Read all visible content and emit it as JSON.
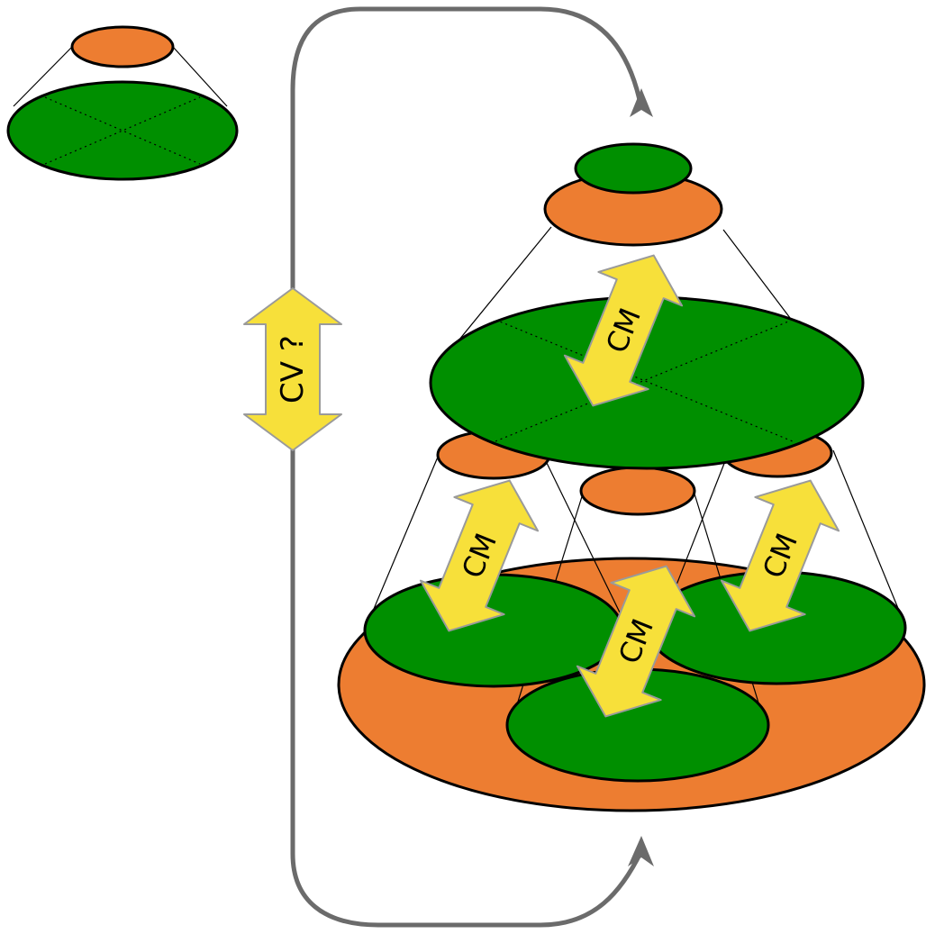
{
  "colors": {
    "orange": "#ed7d31",
    "green": "#008f00",
    "yellow": "#f7e03a",
    "outline": "#000000",
    "connector": "#6b6b6b",
    "arrow_border": "#9a9a9a"
  },
  "labels": {
    "cv": "CV ?",
    "cm_top": "CM",
    "cm_left": "CM",
    "cm_center": "CM",
    "cm_right": "CM"
  }
}
